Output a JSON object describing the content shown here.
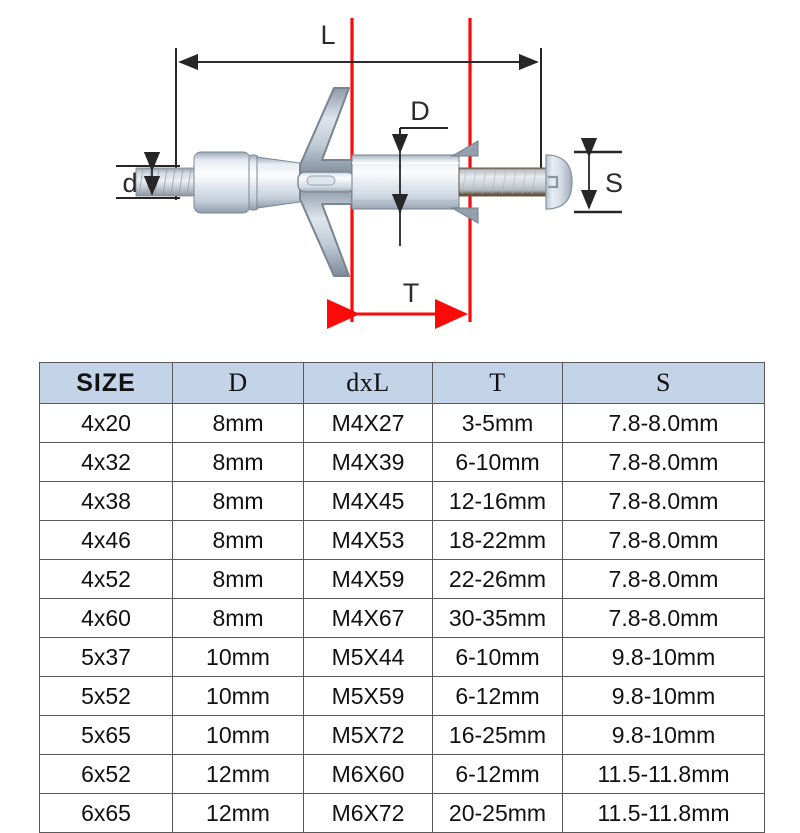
{
  "diagram": {
    "name": "toggle-bolt-anchor-dimension-diagram",
    "dimension_labels": {
      "length_total": "L",
      "shank_diameter": "d",
      "body_diameter": "D",
      "panel_thickness": "T",
      "screw_head": "S"
    },
    "colors": {
      "wall_line": "#fb0a09",
      "dimension_line": "#262626",
      "metal_light": "#eef2f7",
      "metal_mid": "#c9d3de",
      "metal_dark": "#8b98a6",
      "thread_dark": "#6b5a45"
    }
  },
  "table": {
    "name": "specification-table",
    "columns": [
      "SIZE",
      "D",
      "dxL",
      "T",
      "S"
    ],
    "rows": [
      {
        "size": "4x20",
        "d": "8mm",
        "dxl": "M4X27",
        "t": "3-5mm",
        "s": "7.8-8.0mm"
      },
      {
        "size": "4x32",
        "d": "8mm",
        "dxl": "M4X39",
        "t": "6-10mm",
        "s": "7.8-8.0mm"
      },
      {
        "size": "4x38",
        "d": "8mm",
        "dxl": "M4X45",
        "t": "12-16mm",
        "s": "7.8-8.0mm"
      },
      {
        "size": "4x46",
        "d": "8mm",
        "dxl": "M4X53",
        "t": "18-22mm",
        "s": "7.8-8.0mm"
      },
      {
        "size": "4x52",
        "d": "8mm",
        "dxl": "M4X59",
        "t": "22-26mm",
        "s": "7.8-8.0mm"
      },
      {
        "size": "4x60",
        "d": "8mm",
        "dxl": "M4X67",
        "t": "30-35mm",
        "s": "7.8-8.0mm"
      },
      {
        "size": "5x37",
        "d": "10mm",
        "dxl": "M5X44",
        "t": "6-10mm",
        "s": "9.8-10mm"
      },
      {
        "size": "5x52",
        "d": "10mm",
        "dxl": "M5X59",
        "t": "6-12mm",
        "s": "9.8-10mm"
      },
      {
        "size": "5x65",
        "d": "10mm",
        "dxl": "M5X72",
        "t": "16-25mm",
        "s": "9.8-10mm"
      },
      {
        "size": "6x52",
        "d": "12mm",
        "dxl": "M6X60",
        "t": "6-12mm",
        "s": "11.5-11.8mm"
      },
      {
        "size": "6x65",
        "d": "12mm",
        "dxl": "M6X72",
        "t": "20-25mm",
        "s": "11.5-11.8mm"
      }
    ],
    "header_bg": "#c3d3e8"
  }
}
